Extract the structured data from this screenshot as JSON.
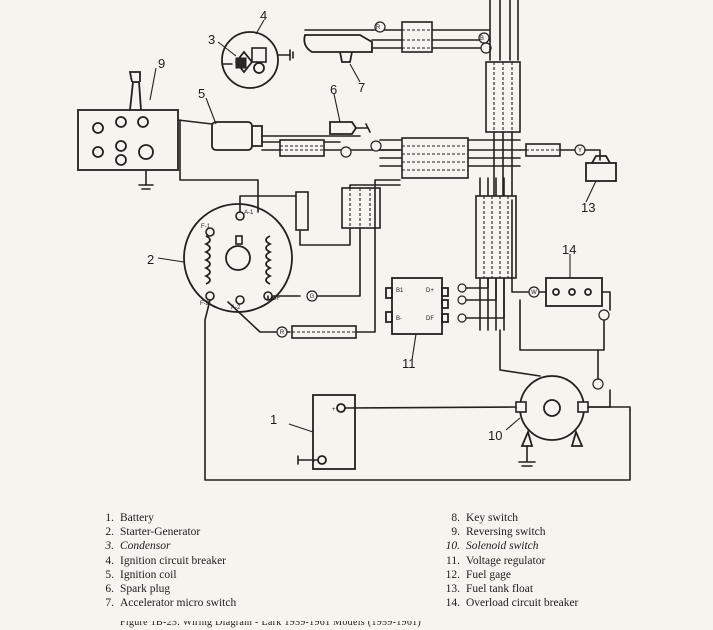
{
  "diagram": {
    "callouts": [
      {
        "id": "1",
        "label": "1"
      },
      {
        "id": "2",
        "label": "2"
      },
      {
        "id": "3",
        "label": "3"
      },
      {
        "id": "4",
        "label": "4"
      },
      {
        "id": "5",
        "label": "5"
      },
      {
        "id": "6",
        "label": "6"
      },
      {
        "id": "7",
        "label": "7"
      },
      {
        "id": "9",
        "label": "9"
      },
      {
        "id": "10",
        "label": "10"
      },
      {
        "id": "11",
        "label": "11"
      },
      {
        "id": "13",
        "label": "13"
      },
      {
        "id": "14",
        "label": "14"
      }
    ],
    "terminals": {
      "f1": "F-1",
      "f2": "F-2",
      "a1": "A-1",
      "a2": "A-2",
      "df": "DF",
      "b1": "B1",
      "b_minus": "B-",
      "d_plus": "D+",
      "df_reg": "DF",
      "batt_plus": "+",
      "batt_minus": "-"
    },
    "wire_tags": [
      "R",
      "B",
      "Y",
      "W",
      "G",
      "R"
    ]
  },
  "legend": {
    "left": [
      {
        "num": "1.",
        "text": "Battery",
        "italic": false
      },
      {
        "num": "2.",
        "text": "Starter-Generator",
        "italic": false
      },
      {
        "num": "3.",
        "text": "Condensor",
        "italic": true
      },
      {
        "num": "4.",
        "text": "Ignition circuit breaker",
        "italic": false
      },
      {
        "num": "5.",
        "text": "Ignition coil",
        "italic": false
      },
      {
        "num": "6.",
        "text": "Spark plug",
        "italic": false
      },
      {
        "num": "7.",
        "text": "Accelerator micro switch",
        "italic": false
      }
    ],
    "right": [
      {
        "num": "8.",
        "text": "Key switch",
        "italic": false
      },
      {
        "num": "9.",
        "text": "Reversing switch",
        "italic": false
      },
      {
        "num": "10.",
        "text": "Solenoid switch",
        "italic": true
      },
      {
        "num": "11.",
        "text": "Voltage regulator",
        "italic": false
      },
      {
        "num": "12.",
        "text": "Fuel gage",
        "italic": false
      },
      {
        "num": "13.",
        "text": "Fuel tank float",
        "italic": false
      },
      {
        "num": "14.",
        "text": "Overload circuit breaker",
        "italic": false
      }
    ]
  },
  "caption": "Figure 1B-25. Wiring Diagram - Lark 1959-1961 Models (1959-1961)"
}
